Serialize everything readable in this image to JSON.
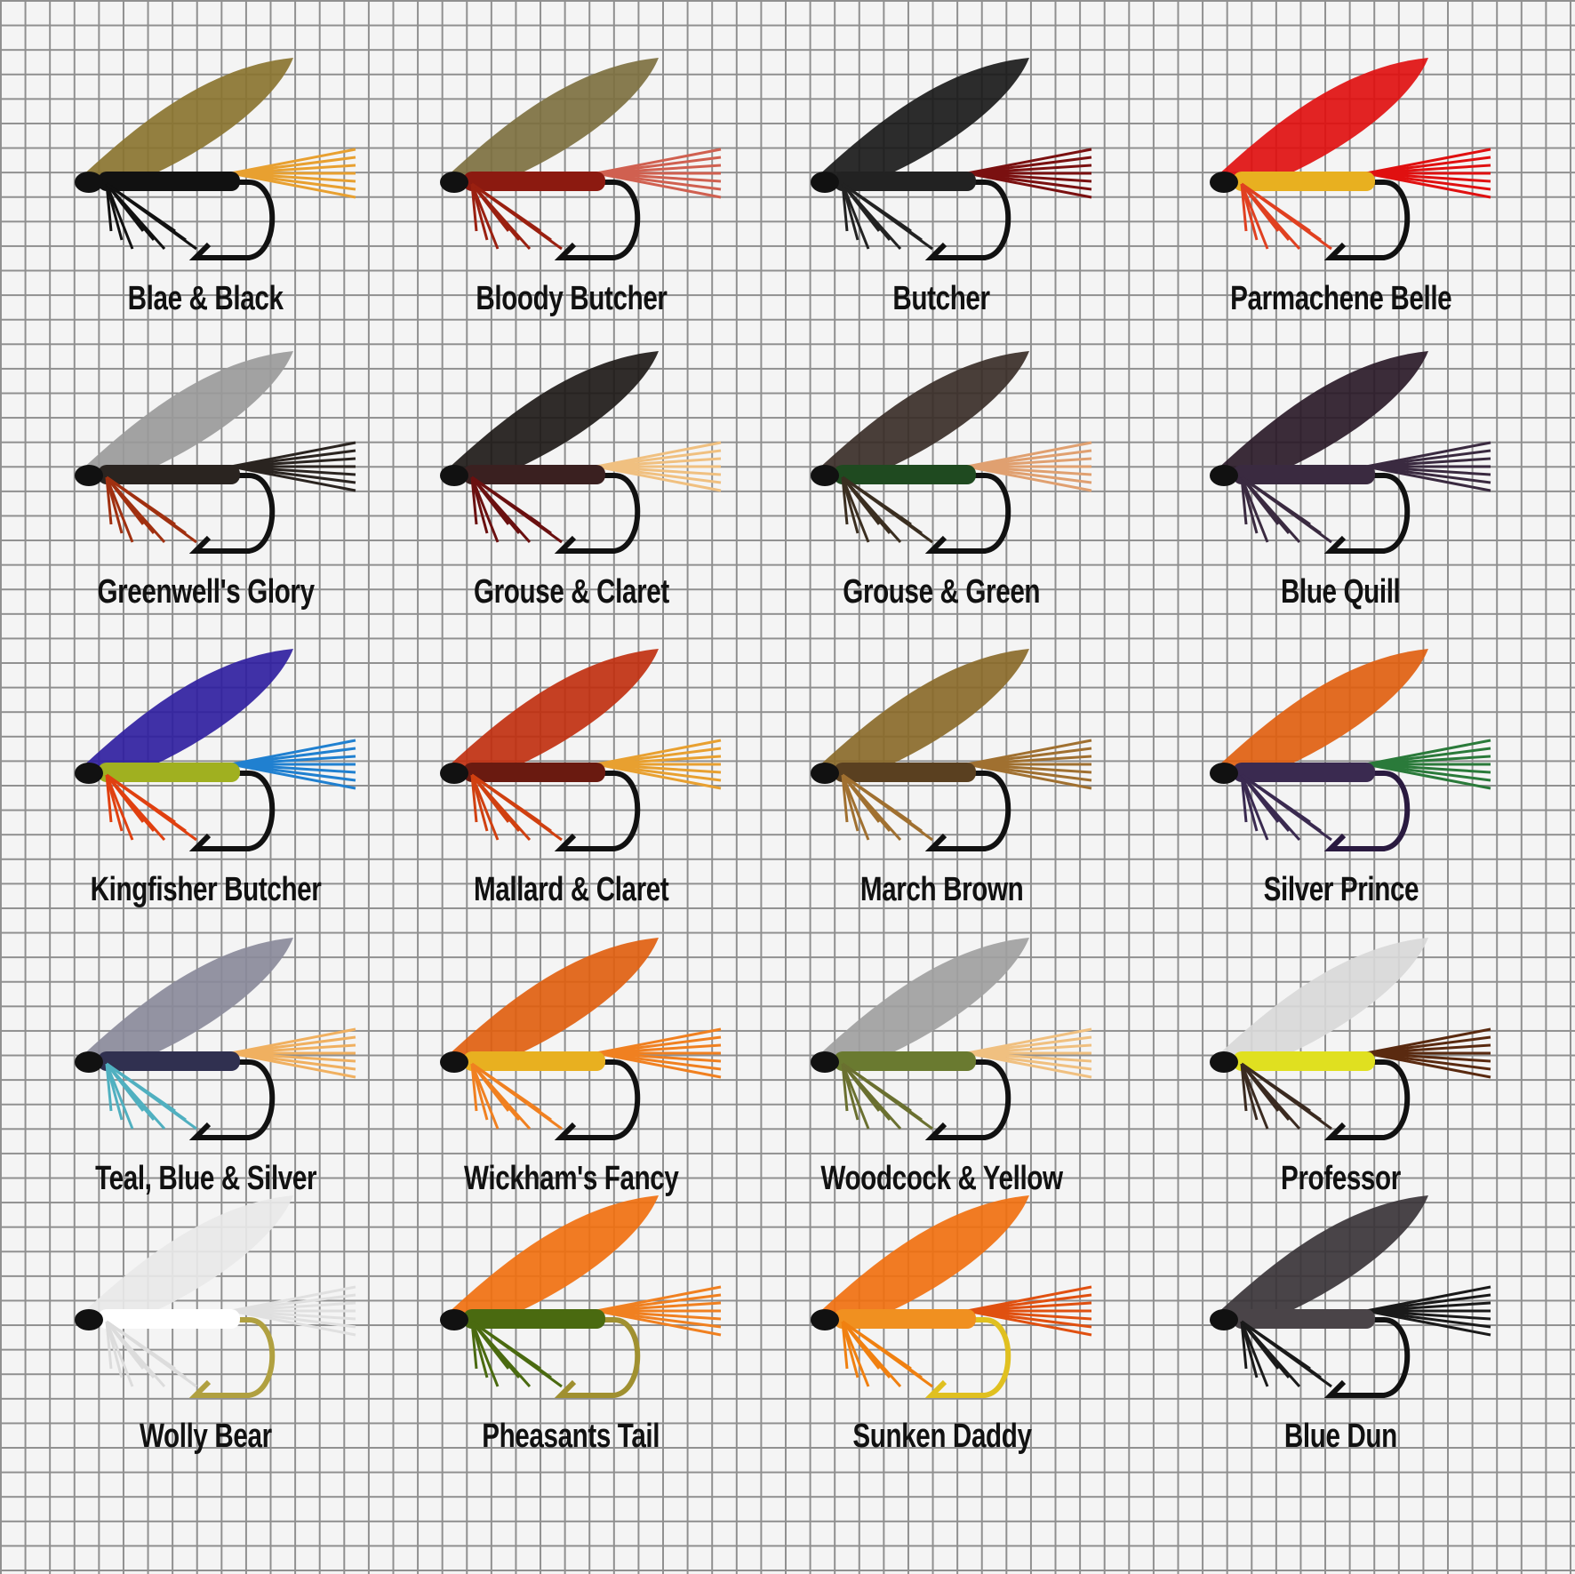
{
  "flies": [
    {
      "name": "Blae & Black",
      "wing": "#8a7430",
      "body": "#111111",
      "hackle": "#111111",
      "tail": "#e8a030",
      "hook": "#111111"
    },
    {
      "name": "Bloody Butcher",
      "wing": "#7d7040",
      "body": "#8c1a10",
      "hackle": "#9a2010",
      "tail": "#d06050",
      "hook": "#111111"
    },
    {
      "name": "Butcher",
      "wing": "#1a1a1a",
      "body": "#222222",
      "hackle": "#222222",
      "tail": "#7a1010",
      "hook": "#111111"
    },
    {
      "name": "Parmachene Belle",
      "wing": "#e01010",
      "body": "#e8b020",
      "hackle": "#e04020",
      "tail": "#e01010",
      "hook": "#111111"
    },
    {
      "name": "Greenwell's Glory",
      "wing": "#9a9a9a",
      "body": "#2a2420",
      "hackle": "#a03010",
      "tail": "#2a2420",
      "hook": "#111111"
    },
    {
      "name": "Grouse & Claret",
      "wing": "#1e1a18",
      "body": "#3a2020",
      "hackle": "#6a1010",
      "tail": "#f0c080",
      "hook": "#111111"
    },
    {
      "name": "Grouse & Green",
      "wing": "#3a2e28",
      "body": "#1f4a20",
      "hackle": "#3a2e20",
      "tail": "#e0a070",
      "hook": "#111111"
    },
    {
      "name": "Blue Quill",
      "wing": "#2a1a28",
      "body": "#3a2a40",
      "hackle": "#3a2a40",
      "tail": "#3a2a40",
      "hook": "#111111"
    },
    {
      "name": "Kingfisher Butcher",
      "wing": "#3020a0",
      "body": "#a0b020",
      "hackle": "#e04010",
      "tail": "#2080d0",
      "hook": "#111111"
    },
    {
      "name": "Mallard & Claret",
      "wing": "#c03010",
      "body": "#6a1a10",
      "hackle": "#d04010",
      "tail": "#e8a030",
      "hook": "#111111"
    },
    {
      "name": "March Brown",
      "wing": "#8a6a2a",
      "body": "#5a4020",
      "hackle": "#a07030",
      "tail": "#a07030",
      "hook": "#111111"
    },
    {
      "name": "Silver Prince",
      "wing": "#e06010",
      "body": "#3a2a50",
      "hackle": "#3a2a50",
      "tail": "#2a7a3a",
      "hook": "#2a1a40"
    },
    {
      "name": "Teal, Blue & Silver",
      "wing": "#8a8a9a",
      "body": "#303050",
      "hackle": "#50b0c0",
      "tail": "#f0b060",
      "hook": "#111111"
    },
    {
      "name": "Wickham's Fancy",
      "wing": "#e06010",
      "body": "#e8b020",
      "hackle": "#f08020",
      "tail": "#f08020",
      "hook": "#111111"
    },
    {
      "name": "Woodcock & Yellow",
      "wing": "#a0a0a0",
      "body": "#6a7a30",
      "hackle": "#6a7030",
      "tail": "#f0c080",
      "hook": "#111111"
    },
    {
      "name": "Professor",
      "wing": "#d8d8d8",
      "body": "#e0e020",
      "hackle": "#3a2a20",
      "tail": "#5a2a10",
      "hook": "#111111"
    },
    {
      "name": "Wolly Bear",
      "wing": "#e8e8e8",
      "body": "#ffffff",
      "hackle": "#dcdcdc",
      "tail": "#e0e0e0",
      "hook": "#b0a040"
    },
    {
      "name": "Pheasants Tail",
      "wing": "#f07010",
      "body": "#4a6a10",
      "hackle": "#4a6a10",
      "tail": "#f08020",
      "hook": "#a09030"
    },
    {
      "name": "Sunken Daddy",
      "wing": "#f07010",
      "body": "#f09020",
      "hackle": "#f08010",
      "tail": "#e05010",
      "hook": "#e0c020"
    },
    {
      "name": "Blue Dun",
      "wing": "#3a3438",
      "body": "#4a4448",
      "hackle": "#1a1a1a",
      "tail": "#1a1a1a",
      "hook": "#111111"
    }
  ]
}
